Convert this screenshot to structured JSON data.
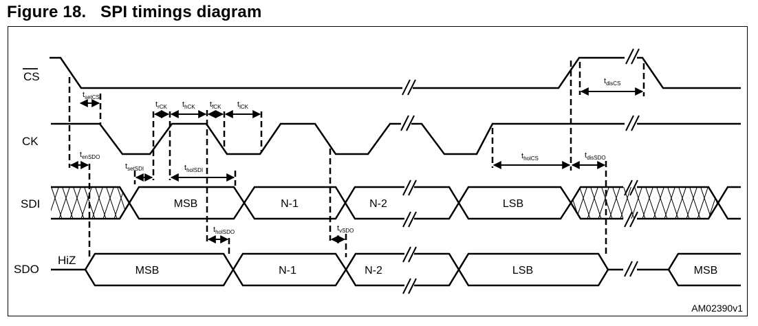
{
  "figure": {
    "label": "Figure 18.",
    "title": "SPI timings diagram",
    "reference_id": "AM02390v1"
  },
  "signals": {
    "cs": "CS",
    "ck": "CK",
    "sdi": "SDI",
    "sdo": "SDO"
  },
  "sdo_hiz": "HiZ",
  "sdi_segments": [
    "MSB",
    "N-1",
    "N-2",
    "LSB"
  ],
  "sdo_segments": [
    "MSB",
    "N-1",
    "N-2",
    "LSB",
    "MSB"
  ],
  "timings": [
    {
      "main": "t",
      "sub": "setCS"
    },
    {
      "main": "t",
      "sub": "rCK"
    },
    {
      "main": "t",
      "sub": "hCK"
    },
    {
      "main": "t",
      "sub": "fCK"
    },
    {
      "main": "t",
      "sub": "lCK"
    },
    {
      "main": "t",
      "sub": "enSDO"
    },
    {
      "main": "t",
      "sub": "setSDI"
    },
    {
      "main": "t",
      "sub": "holSDI"
    },
    {
      "main": "t",
      "sub": "holSDO"
    },
    {
      "main": "t",
      "sub": "vSDO"
    },
    {
      "main": "t",
      "sub": "disCS"
    },
    {
      "main": "t",
      "sub": "holCS"
    },
    {
      "main": "t",
      "sub": "disSDO"
    }
  ]
}
